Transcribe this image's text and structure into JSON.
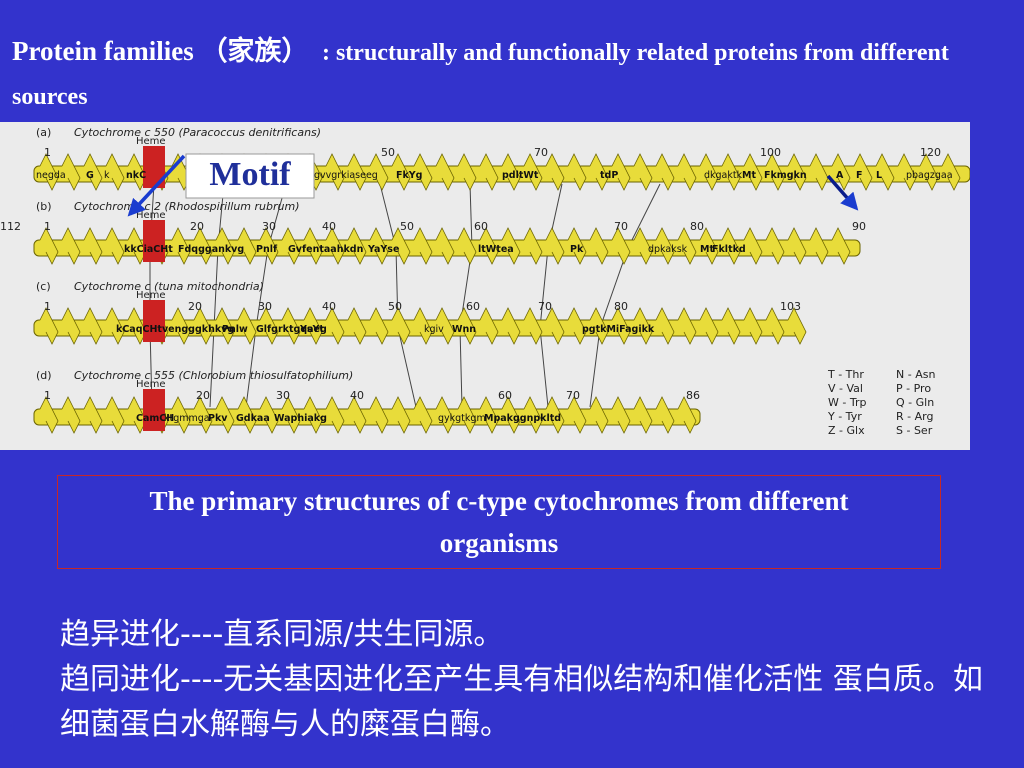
{
  "title": {
    "part1": "Protein families （家族）",
    "part2": ": structurally and functionally related proteins from different sources"
  },
  "figure": {
    "motif_label": "Motif",
    "rows": [
      {
        "label": "(a)",
        "name": "Cytochrome c 550 (Paracoccus denitrificans)",
        "heme": "Heme",
        "positions": [
          "1",
          "50",
          "70",
          "100",
          "120"
        ],
        "sequence": [
          "negda",
          "G",
          "k",
          "nkC",
          "gvvgrkiaseeg",
          "FkYg",
          "pdltWt",
          "tdP",
          "dkgaktk",
          "Mt",
          "Fkmgkn",
          "A",
          "F",
          "L",
          "pbagzgaa"
        ]
      },
      {
        "label": "(b)",
        "name": "Cytochrome c 2 (Rhodospirillum rubrum)",
        "heme": "Heme",
        "positions": [
          "1",
          "20",
          "30",
          "40",
          "50",
          "60",
          "70",
          "80",
          "90",
          "112"
        ],
        "sequence": [
          "kkCiaCHt",
          "Fdqggankvg",
          "Pnlf",
          "Gvfentaahkdn",
          "YaYse",
          "ltWtea",
          "Pk",
          "dpkaksk",
          "Mt",
          "Fkltkd"
        ]
      },
      {
        "label": "(c)",
        "name": "Cytochrome c (tuna mitochondria)",
        "heme": "Heme",
        "positions": [
          "1",
          "20",
          "30",
          "40",
          "50",
          "60",
          "70",
          "80",
          "103"
        ],
        "sequence": [
          "kCaqCHtvengggkhkvg",
          "Pnlw",
          "Glfgrktgqaeg",
          "YsYt",
          "kgiv",
          "Wnn",
          "pgtkMiFagikk"
        ]
      },
      {
        "label": "(d)",
        "name": "Cytochrome c 555 (Chlorobium thiosulfatophilium)",
        "heme": "Heme",
        "positions": [
          "1",
          "20",
          "30",
          "40",
          "60",
          "70",
          "86"
        ],
        "sequence": [
          "CamCH",
          "ktgmmga",
          "Pkv",
          "Gdkaa",
          "Waphiakg",
          "gykgtkgm",
          "Mpakggnpkltd"
        ]
      }
    ],
    "legend": [
      [
        "T - Thr",
        "N - Asn"
      ],
      [
        "V - Val",
        "P - Pro"
      ],
      [
        "W - Trp",
        "Q - Gln"
      ],
      [
        "Y - Tyr",
        "R - Arg"
      ],
      [
        "Z - Glx",
        "S - Ser"
      ]
    ]
  },
  "caption": "The primary structures of c-type cytochromes from different organisms",
  "body": {
    "line1": "趋异进化----直系同源/共生同源。",
    "line2": "趋同进化----无关基因进化至产生具有相似结构和催化活性 蛋白质。如细菌蛋白水解酶与人的糜蛋白酶。"
  },
  "colors": {
    "background": "#3333cc",
    "ribbon": "#e8dc3a",
    "heme": "#cc2222",
    "caption_border": "#c62828",
    "arrow": "#1a3ccf"
  }
}
